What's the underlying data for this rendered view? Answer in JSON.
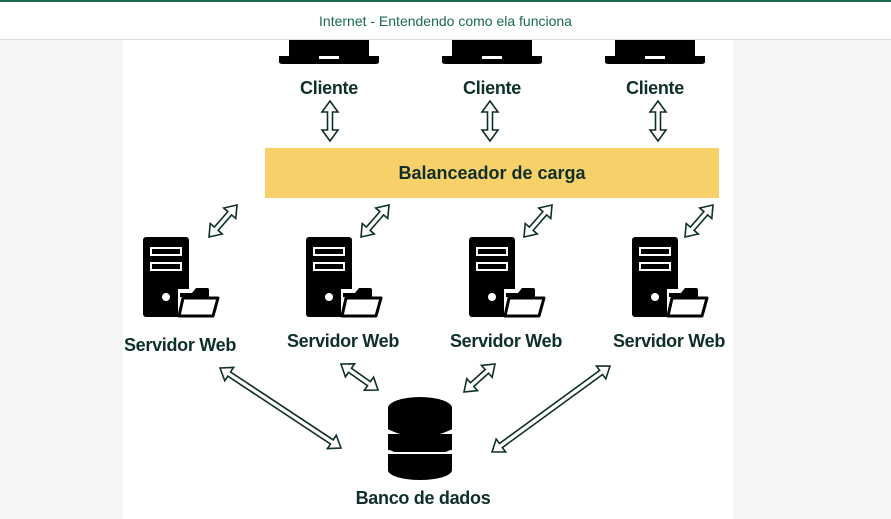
{
  "header": {
    "title": "Internet - Entendendo como ela funciona"
  },
  "diagram": {
    "clients": [
      "Cliente",
      "Cliente",
      "Cliente"
    ],
    "load_balancer": "Balanceador de carga",
    "servers": [
      "Servidor Web",
      "Servidor Web",
      "Servidor Web",
      "Servidor Web"
    ],
    "database": "Banco de dados"
  },
  "colors": {
    "header_text": "#1b6b4a",
    "label_text": "#0e2f2a",
    "load_balancer_fill": "#f8d06a",
    "icon_fill": "#000000",
    "arrow_stroke": "#0e2f2a"
  },
  "icons": {
    "client": "laptop-icon",
    "server": "server-folder-icon",
    "database": "database-icon"
  }
}
